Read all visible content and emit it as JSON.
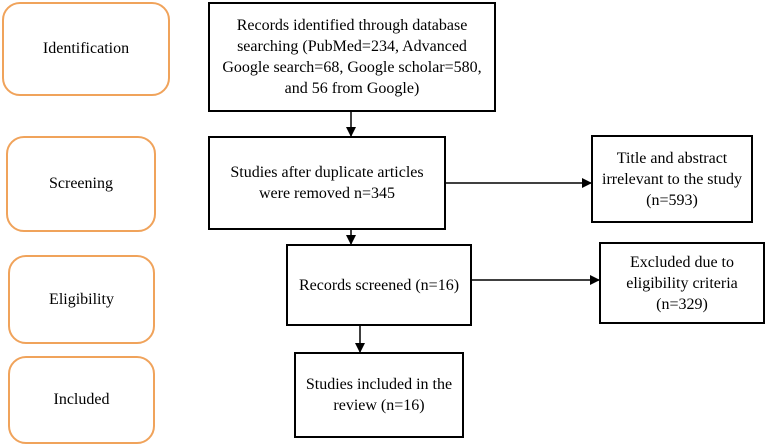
{
  "phases": {
    "identification": "Identification",
    "screening": "Screening",
    "eligibility": "Eligibility",
    "included": "Included"
  },
  "boxes": {
    "records_identified": "Records identified through database searching (PubMed=234, Advanced Google search=68, Google scholar=580, and 56 from Google)",
    "after_duplicates": "Studies after duplicate articles were removed n=345",
    "title_abstract_irrelevant": "Title and abstract irrelevant to the study (n=593)",
    "records_screened": "Records screened (n=16)",
    "excluded_eligibility": "Excluded due to eligibility criteria (n=329)",
    "studies_included": "Studies included in the review (n=16)"
  },
  "colors": {
    "phase_border": "#f0a35b",
    "box_border": "#000000",
    "connector": "#000000"
  }
}
